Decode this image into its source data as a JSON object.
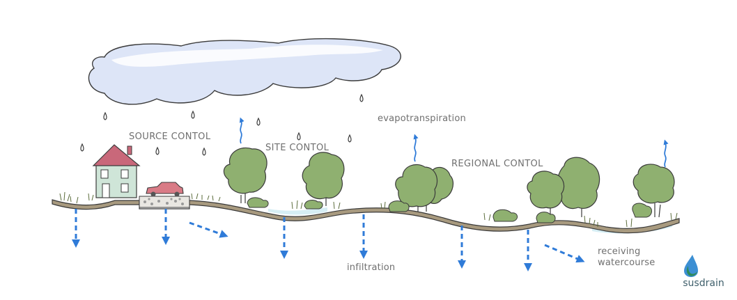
{
  "labels": {
    "source_control": "SOURCE CONTOL",
    "site_control": "SITE CONTOL",
    "evapotranspiration": "evapotranspiration",
    "regional_control": "REGIONAL CONTOL",
    "infiltration": "infiltration",
    "receiving_watercourse": "receiving watercourse"
  },
  "logo": {
    "text": "susdrain"
  },
  "colors": {
    "water_arrow": "#2f7bd8",
    "cloud_fill": "#dde5f7",
    "tree_green": "#8fb070",
    "ground": "#a89a7f",
    "roof": "#c9687a",
    "house": "#cfe5d8",
    "car": "#d97b86",
    "logo_blue": "#3c8fd3",
    "logo_green": "#2e8a5a"
  }
}
